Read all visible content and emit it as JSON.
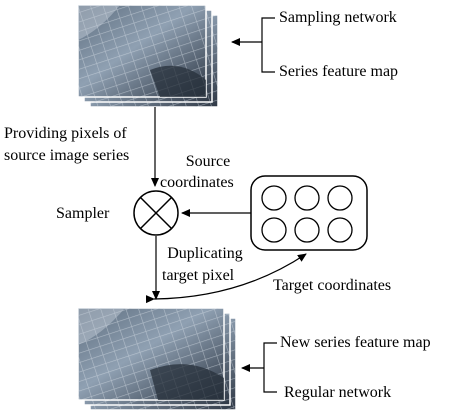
{
  "diagram": {
    "top_stack": {
      "annotations": [
        "Sampling network",
        "Series feature map"
      ]
    },
    "bottom_stack": {
      "annotations": [
        "New series feature map",
        "Regular network"
      ]
    },
    "labels": {
      "providing_line1": "Providing pixels of",
      "providing_line2": "source image series",
      "source_line1": "Source",
      "source_line2": "coordinates",
      "sampler": "Sampler",
      "duplicating_line1": "Duplicating",
      "duplicating_line2": "target pixel",
      "target_coordinates": "Target coordinates"
    },
    "grid_circles": 6,
    "colors": {
      "photo_dark": "#2b3340",
      "photo_mid": "#7d8fa3",
      "photo_light": "#c8d2dc",
      "line": "#000000"
    }
  }
}
